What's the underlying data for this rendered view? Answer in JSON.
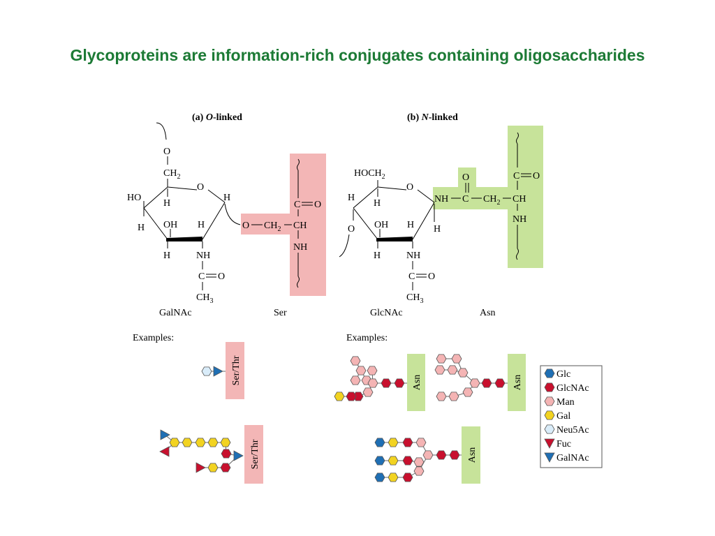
{
  "title": "Glycoproteins are information-rich conjugates containing oligosaccharides",
  "colors": {
    "title": "#1c7a35",
    "pink_highlight": "#f3b6b6",
    "green_highlight": "#c7e39a",
    "glc": "#1f6fb4",
    "glcnac": "#c8102e",
    "man": "#f4b4b4",
    "gal": "#f2d321",
    "neu5ac": "#d9ecf9",
    "fuc": "#c8102e",
    "galnac": "#1f6fb4"
  },
  "panel_a": {
    "label_prefix": "(a) ",
    "label_letter": "O",
    "label_suffix": "-linked",
    "sugar_name": "GalNAc",
    "aa_name": "Ser",
    "atoms": {
      "o_top": "O",
      "ch2": "CH",
      "ch2_sub": "2",
      "ring_o": "O",
      "ho": "HO",
      "h1": "H",
      "h2": "H",
      "h3": "H",
      "h4": "H",
      "h5": "H",
      "oh": "OH",
      "nh": "NH",
      "co": "C",
      "co_o": "O",
      "ch3": "CH",
      "ch3_sub": "3",
      "link_o": "O",
      "link_ch2": "CH",
      "link_ch2_sub": "2",
      "ch": "CH",
      "aa_c": "C",
      "aa_o": "O",
      "aa_nh": "NH"
    },
    "examples_label": "Examples:",
    "aa_box_label": "Ser/Thr"
  },
  "panel_b": {
    "label_prefix": "(b) ",
    "label_letter": "N",
    "label_suffix": "-linked",
    "sugar_name": "GlcNAc",
    "aa_name": "Asn",
    "atoms": {
      "hoch2": "HOCH",
      "hoch2_sub": "2",
      "ring_o": "O",
      "h1": "H",
      "h2": "H",
      "h3": "H",
      "h4": "H",
      "h5": "H",
      "o_left": "O",
      "oh": "OH",
      "nh": "NH",
      "co": "C",
      "co_o": "O",
      "ch3": "CH",
      "ch3_sub": "3",
      "link_nh": "NH",
      "link_c": "C",
      "link_c_o": "O",
      "link_ch2": "CH",
      "link_ch2_sub": "2",
      "ch": "CH",
      "aa_c": "C",
      "aa_o": "O",
      "aa_nh": "NH"
    },
    "examples_label": "Examples:",
    "aa_box_label": "Asn"
  },
  "legend": {
    "items": [
      {
        "label": "Glc",
        "shape": "hexagon",
        "color": "#1f6fb4"
      },
      {
        "label": "GlcNAc",
        "shape": "hexagon",
        "color": "#c8102e"
      },
      {
        "label": "Man",
        "shape": "hexagon",
        "color": "#f4b4b4"
      },
      {
        "label": "Gal",
        "shape": "hexagon",
        "color": "#f2d321"
      },
      {
        "label": "Neu5Ac",
        "shape": "hexagon",
        "color": "#d9ecf9"
      },
      {
        "label": "Fuc",
        "shape": "triangle-down",
        "color": "#c8102e"
      },
      {
        "label": "GalNAc",
        "shape": "triangle-down",
        "color": "#1f6fb4"
      }
    ]
  }
}
